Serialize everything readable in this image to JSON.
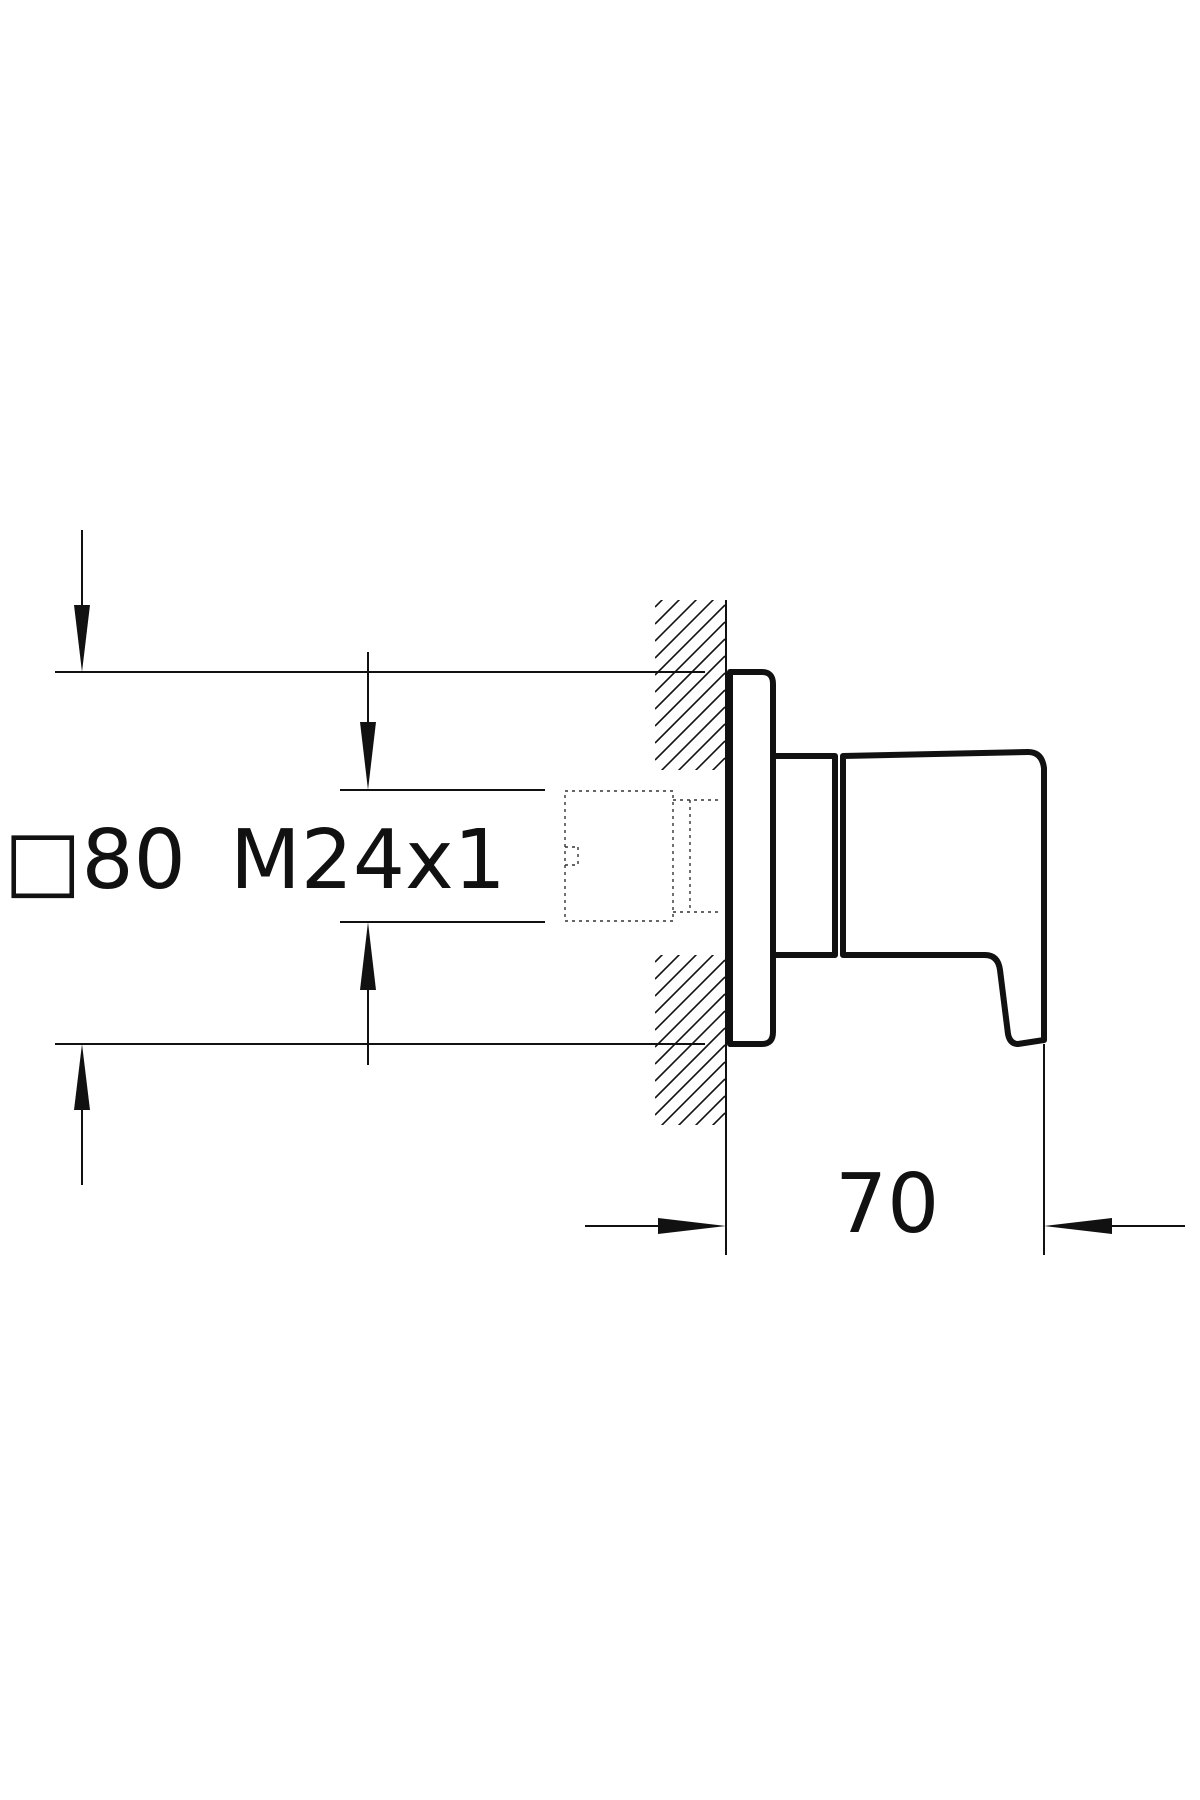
{
  "drawing": {
    "labels": {
      "plate_size": "□80",
      "thread_size": "M24x1",
      "projection_depth": "70"
    },
    "colors": {
      "line": "#111111",
      "background": "#ffffff"
    }
  }
}
